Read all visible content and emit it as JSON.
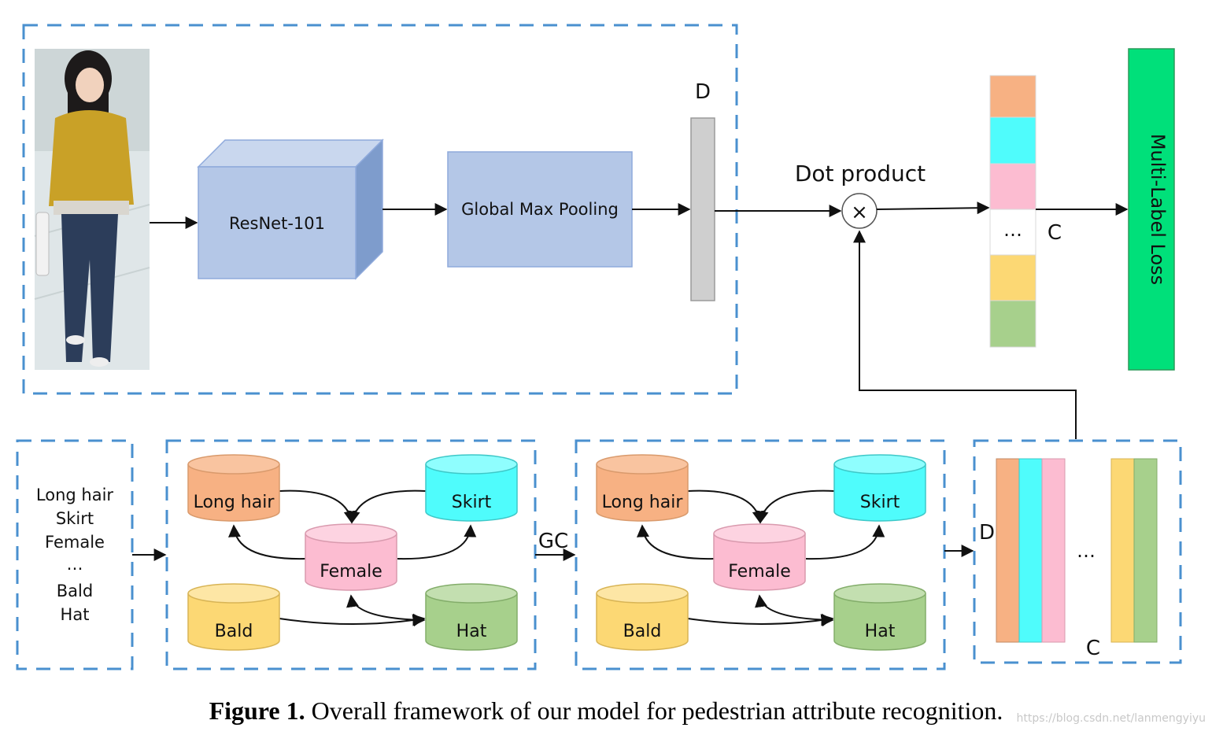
{
  "backbone": {
    "label": "ResNet-101"
  },
  "pooling": {
    "label": "Global Max Pooling"
  },
  "feature": {
    "dim_label": "D"
  },
  "dot_product": {
    "label": "Dot product",
    "symbol": "×"
  },
  "output_vector": {
    "dim_label": "C",
    "ellipsis": "…",
    "colors": [
      "#f7b183",
      "#4ffcfc",
      "#fcbcd1",
      "#ffffff",
      "#fcd874",
      "#a7d08c"
    ]
  },
  "loss": {
    "label": "Multi-Label Loss",
    "color": "#00e07a"
  },
  "attribute_list": [
    "Long hair",
    "Skirt",
    "Female",
    "…",
    "Bald",
    "Hat"
  ],
  "graphs": [
    {
      "nodes": [
        {
          "label": "Long hair",
          "color": "#f7b183"
        },
        {
          "label": "Skirt",
          "color": "#4ffcfc"
        },
        {
          "label": "Female",
          "color": "#fcbcd1"
        },
        {
          "label": "Bald",
          "color": "#fcd874"
        },
        {
          "label": "Hat",
          "color": "#a7d08c"
        }
      ]
    },
    {
      "nodes": [
        {
          "label": "Long hair",
          "color": "#f7b183"
        },
        {
          "label": "Skirt",
          "color": "#4ffcfc"
        },
        {
          "label": "Female",
          "color": "#fcbcd1"
        },
        {
          "label": "Bald",
          "color": "#fcd874"
        },
        {
          "label": "Hat",
          "color": "#a7d08c"
        }
      ]
    }
  ],
  "gc_label": "GC",
  "classifier_matrix": {
    "row_label": "D",
    "col_label": "C",
    "ellipsis": "…",
    "columns_left": [
      "#f7b183",
      "#4ffcfc",
      "#fcbcd1"
    ],
    "columns_right": [
      "#fcd874",
      "#a7d08c"
    ]
  },
  "caption": {
    "figure_label": "Figure 1.",
    "text": "Overall framework of our model for pedestrian attribute recognition."
  },
  "watermark": "https://blog.csdn.net/lanmengyiyu",
  "colors": {
    "dash": "#4a90cf",
    "block_fill": "#b4c7e7",
    "block_stroke": "#8faadc",
    "feature_bar": "#cfcfcf"
  }
}
